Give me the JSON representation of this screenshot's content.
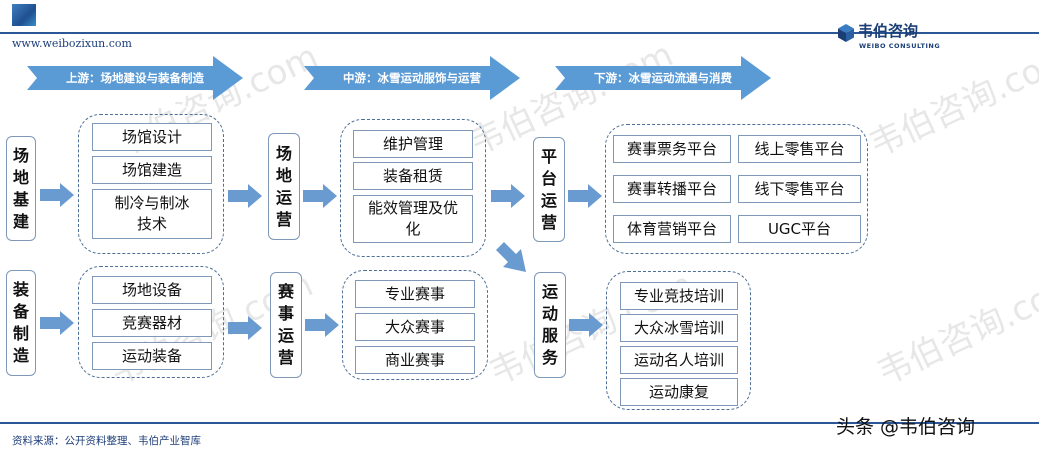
{
  "header": {
    "url": "www.weibozixun.com",
    "brand_cn": "韦伯咨询",
    "brand_en": "WEIBO CONSULTING"
  },
  "stages": [
    {
      "label": "上游：场地建设与装备制造"
    },
    {
      "label": "中游：冰雪运动服饰与运营"
    },
    {
      "label": "下游：冰雪运动流通与消费"
    }
  ],
  "upstream": {
    "venue_construction": {
      "title": "场地基建",
      "items": [
        "场馆设计",
        "场馆建造",
        "制冷与制冰技术"
      ]
    },
    "equipment_manufacturing": {
      "title": "装备制造",
      "items": [
        "场地设备",
        "竞赛器材",
        "运动装备"
      ]
    }
  },
  "midstream": {
    "venue_operation": {
      "title": "场地运营",
      "items": [
        "维护管理",
        "装备租赁",
        "能效管理及优化"
      ]
    },
    "event_operation": {
      "title": "赛事运营",
      "items": [
        "专业赛事",
        "大众赛事",
        "商业赛事"
      ]
    }
  },
  "downstream": {
    "platform_operation": {
      "title": "平台运营",
      "items": [
        "赛事票务平台",
        "线上零售平台",
        "赛事转播平台",
        "线下零售平台",
        "体育营销平台",
        "UGC平台"
      ]
    },
    "sports_services": {
      "title": "运动服务",
      "items": [
        "专业竞技培训",
        "大众冰雪培训",
        "运动名人培训",
        "运动康复"
      ]
    }
  },
  "watermark": "韦伯咨询.com",
  "footer": {
    "source": "资料来源：公开资料整理、韦伯产业智库",
    "platform_tag": "头条 @韦伯咨询"
  },
  "colors": {
    "chevron": "#5b9bd5",
    "arrow": "#6a9bd0",
    "box_border": "#7f98b7",
    "dashed_border": "#4d6f96",
    "brand": "#1b3f75"
  }
}
